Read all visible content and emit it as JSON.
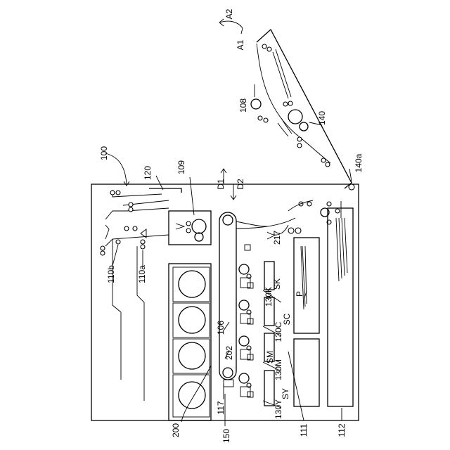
{
  "labels": {
    "l100": "100",
    "l120": "120",
    "l109": "109",
    "lA2": "A2",
    "lA1": "A1",
    "l108": "108",
    "l140": "140",
    "l140a": "140a",
    "lD1": "D1",
    "lD2": "D2",
    "l217": "217",
    "l110b": "110b",
    "l110a": "110a",
    "l106": "106",
    "l202": "202",
    "l117": "117",
    "l200": "200",
    "l150": "150",
    "l111": "111",
    "l112": "112",
    "lP": "P",
    "lSK": "SK",
    "l130K": "130K",
    "lSC": "SC",
    "l130C": "130C",
    "lSM": "SM",
    "l130M": "130M",
    "lSY": "SY",
    "l130Y": "130Y"
  }
}
